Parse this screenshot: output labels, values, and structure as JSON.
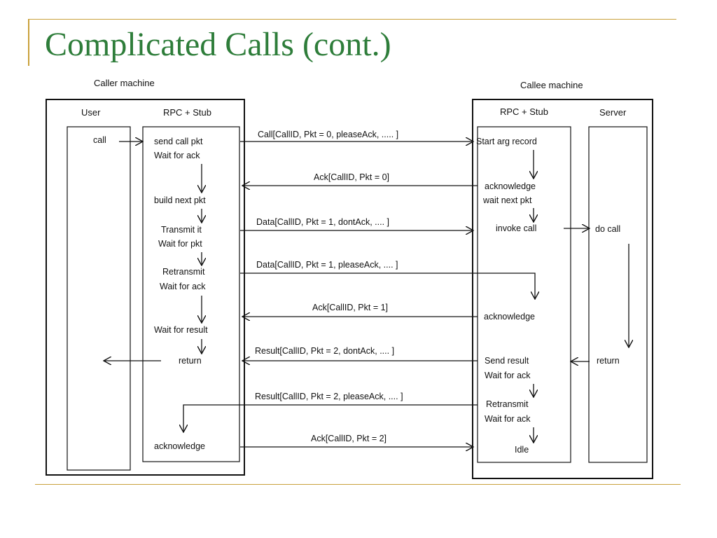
{
  "slide": {
    "title": "Complicated Calls (cont.)"
  },
  "diagram": {
    "caller_machine": "Caller machine",
    "callee_machine": "Callee machine",
    "columns": {
      "user": "User",
      "caller_stub": "RPC + Stub",
      "callee_stub": "RPC + Stub",
      "server": "Server"
    },
    "user_steps": [
      "call"
    ],
    "caller_steps": [
      "send call pkt",
      "Wait for ack",
      "build next pkt",
      "Transmit it",
      "Wait for pkt",
      "Retransmit",
      "Wait for ack",
      "Wait for result",
      "return",
      "acknowledge"
    ],
    "callee_steps": [
      "Start arg record",
      "acknowledge",
      "wait next pkt",
      "invoke call",
      "acknowledge",
      "Send result",
      "Wait for ack",
      "Retransmit",
      "Wait for ack",
      "Idle"
    ],
    "server_steps": [
      "do call",
      "return"
    ],
    "messages": [
      "Call[CallID, Pkt = 0, pleaseAck, ..... ]",
      "Ack[CallID, Pkt = 0]",
      "Data[CallID, Pkt = 1, dontAck, .... ]",
      "Data[CallID, Pkt = 1, pleaseAck, .... ]",
      "Ack[CallID, Pkt = 1]",
      "Result[CallID, Pkt = 2, dontAck, .... ]",
      "Result[CallID, Pkt = 2, pleaseAck, .... ]",
      "Ack[CallID, Pkt = 2]"
    ]
  }
}
